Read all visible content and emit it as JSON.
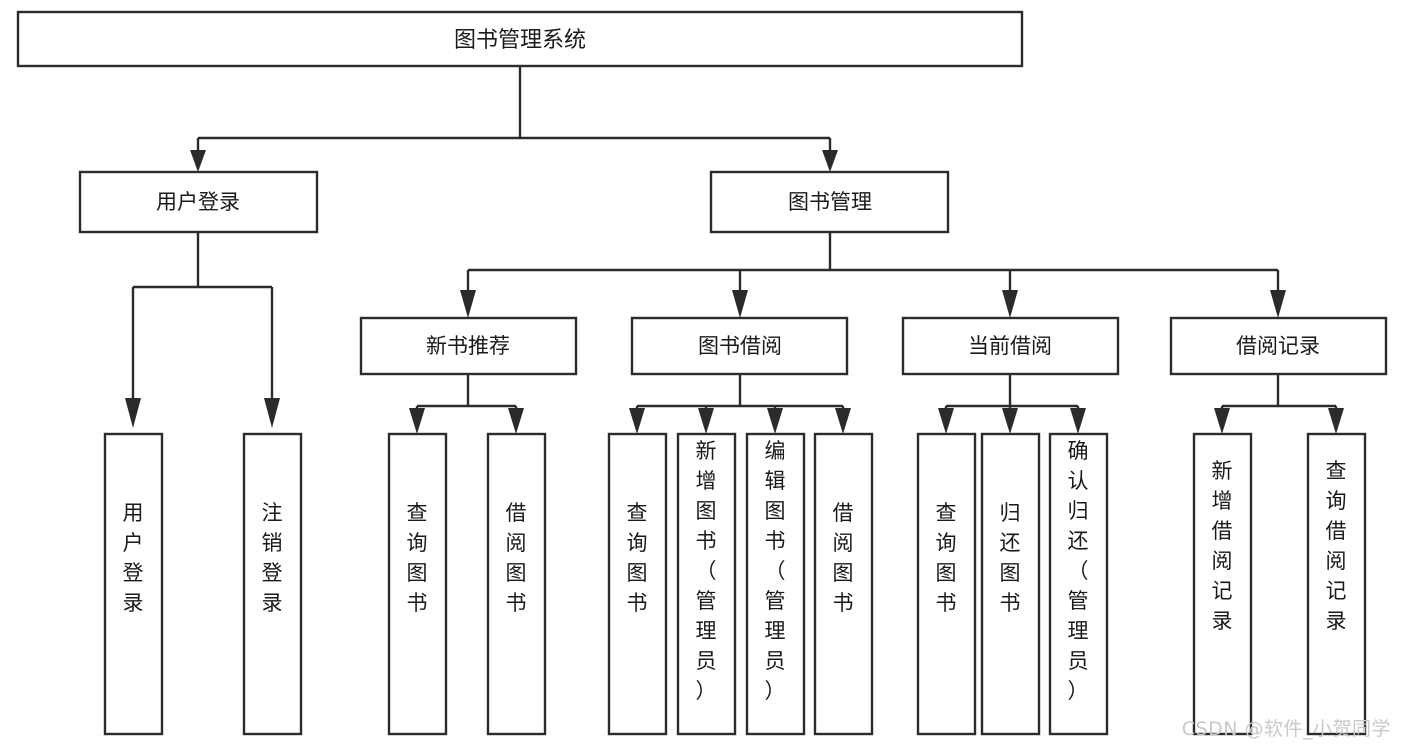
{
  "diagram": {
    "type": "tree",
    "title": "图书管理系统",
    "watermark": "CSDN @软件_小贺同学",
    "colors": {
      "background": "#ffffff",
      "box_stroke": "#2b2b2b",
      "box_fill": "#ffffff",
      "text": "#1a1a1a",
      "watermark": "#c9c9c9"
    },
    "root": {
      "label": "图书管理系统"
    },
    "level2": [
      {
        "label": "用户登录"
      },
      {
        "label": "图书管理"
      }
    ],
    "level3": [
      {
        "label": "新书推荐"
      },
      {
        "label": "图书借阅"
      },
      {
        "label": "当前借阅"
      },
      {
        "label": "借阅记录"
      }
    ],
    "leaves": {
      "user_login": [
        {
          "label": "用户登录"
        },
        {
          "label": "注销登录"
        }
      ],
      "new_book_recommend": [
        {
          "label": "查询图书"
        },
        {
          "label": "借阅图书"
        }
      ],
      "book_borrow": [
        {
          "label": "查询图书"
        },
        {
          "label": "新增图书（管理员）"
        },
        {
          "label": "编辑图书（管理员）"
        },
        {
          "label": "借阅图书"
        }
      ],
      "current_borrow": [
        {
          "label": "查询图书"
        },
        {
          "label": "归还图书"
        },
        {
          "label": "确认归还（管理员）"
        }
      ],
      "borrow_record": [
        {
          "label": "新增借阅记录"
        },
        {
          "label": "查询借阅记录"
        }
      ]
    }
  }
}
